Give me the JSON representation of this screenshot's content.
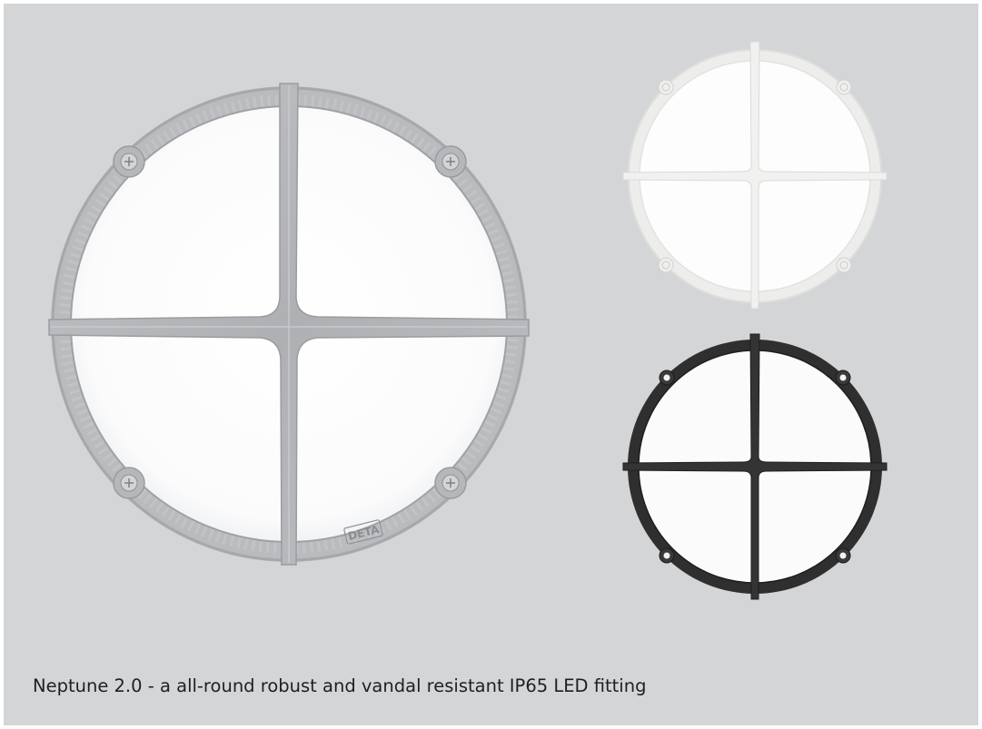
{
  "caption": "Neptune 2.0 - a all-round robust and vandal resistant IP65 LED fitting",
  "logo_text": "DETA",
  "colors": {
    "background": "#d4d5d7",
    "diffuser": "#fdfdfd",
    "galvanised_frame": "#bcbec1",
    "galvanised_cross": "#b2b4b7",
    "white_frame": "#ececeb",
    "black_frame": "#2f2f30",
    "caption_text": "#1f1f1f"
  },
  "products": [
    {
      "finish": "galvanised"
    },
    {
      "finish": "white"
    },
    {
      "finish": "black"
    }
  ]
}
